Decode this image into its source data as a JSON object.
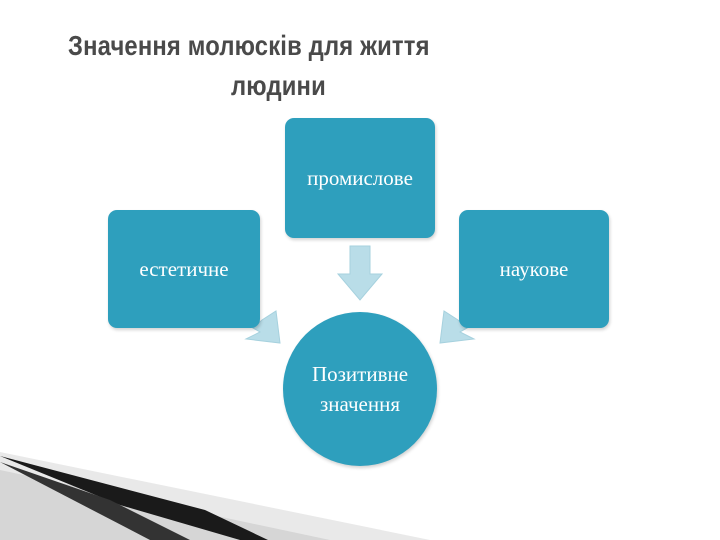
{
  "title": {
    "line1": "Значення молюсків для життя",
    "line2": "людини"
  },
  "diagram": {
    "top_box": "промислове",
    "left_box": "естетичне",
    "right_box": "наукове",
    "center_line1": "Позитивне",
    "center_line2": "значення"
  },
  "colors": {
    "box_fill": "#2e9fbd",
    "arrow_fill": "#b9dde8",
    "title_text": "#4a4a4a"
  }
}
